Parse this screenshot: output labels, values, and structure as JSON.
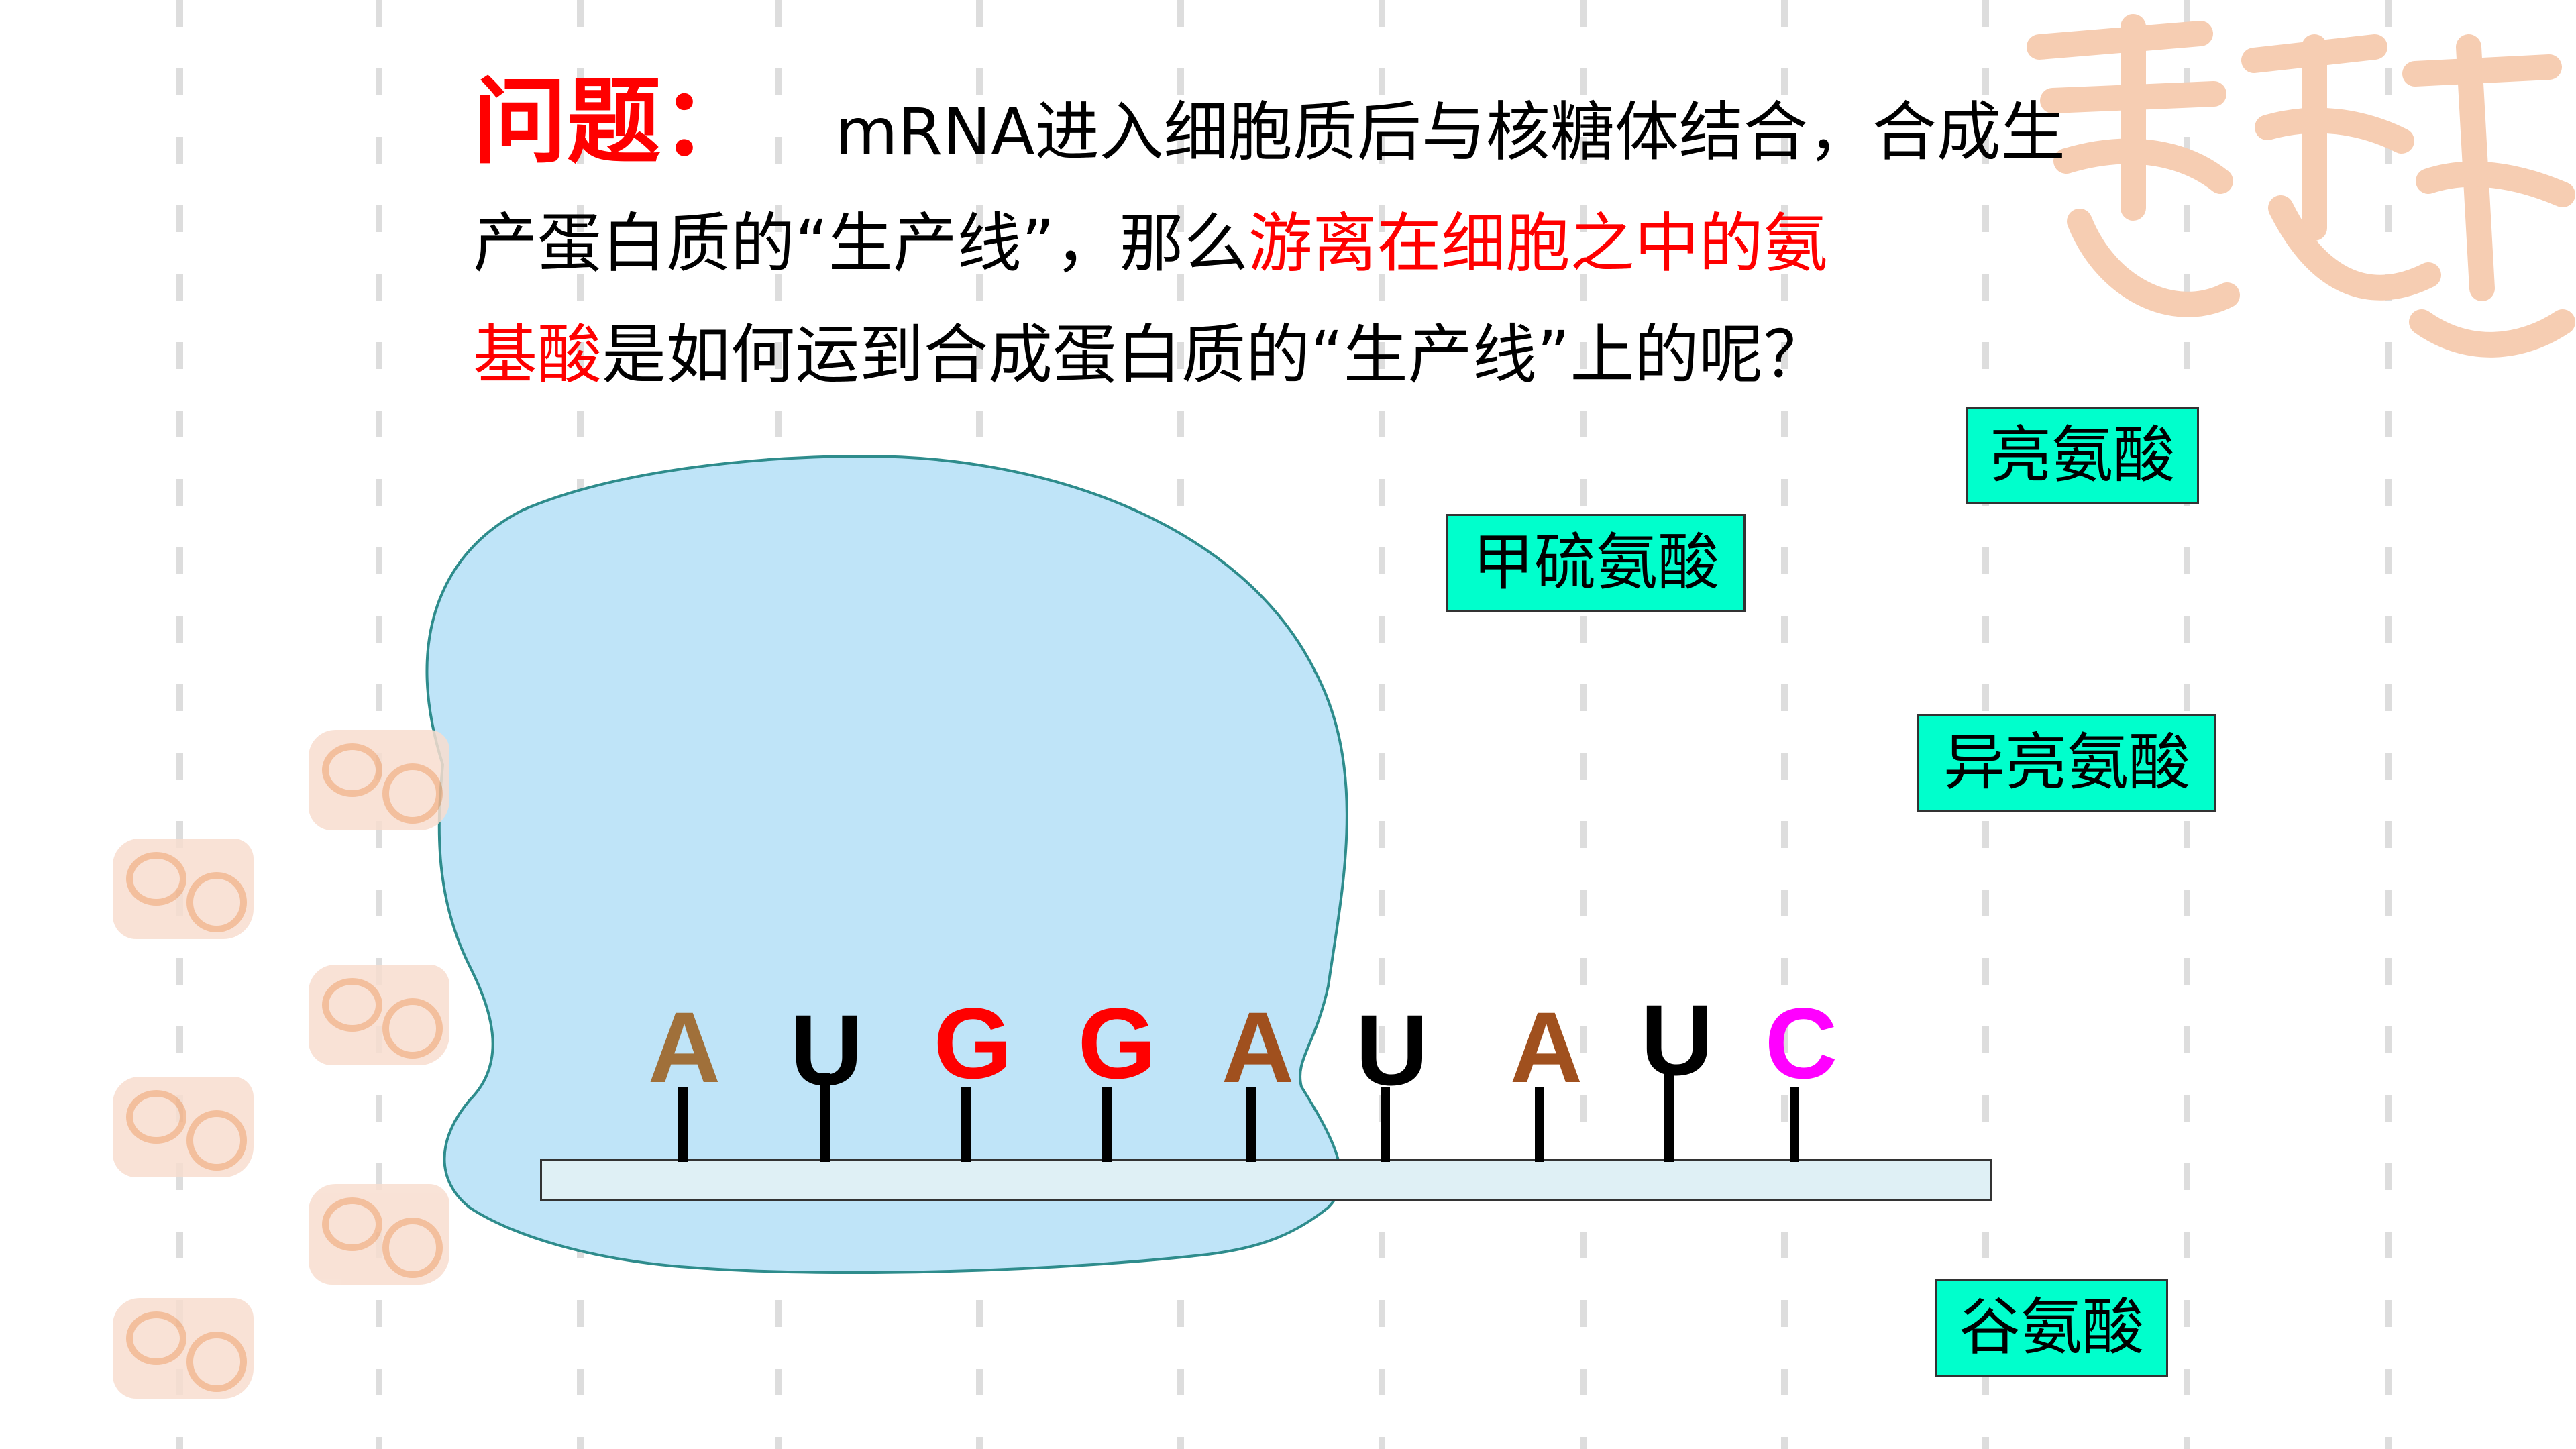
{
  "question": {
    "label": "问题：",
    "line1": "mRNA进入细胞质后与核糖体结合，合成生",
    "line2_a": "产蛋白质的“生产线”，那么",
    "line2_red": "游离在细胞之中的氨",
    "line3_red": "基酸",
    "line3_b": "是如何运到合成蛋白质的“生产线”上的呢？"
  },
  "amino_acids": [
    {
      "name": "亮氨酸"
    },
    {
      "name": "甲硫氨酸"
    },
    {
      "name": "异亮氨酸"
    },
    {
      "name": "谷氨酸"
    }
  ],
  "bases": [
    {
      "letter": "A",
      "color": "#a0703a"
    },
    {
      "letter": "U",
      "color": "#000000"
    },
    {
      "letter": "G",
      "color": "#ff0000"
    },
    {
      "letter": "G",
      "color": "#ff0000"
    },
    {
      "letter": "A",
      "color": "#a0501e"
    },
    {
      "letter": "U",
      "color": "#000000"
    },
    {
      "letter": "A",
      "color": "#a0501e"
    },
    {
      "letter": "U",
      "color": "#000000"
    },
    {
      "letter": "C",
      "color": "#ff00ff"
    }
  ],
  "colors": {
    "ribosome_fill": "#bfe4f8",
    "ribosome_stroke": "#2e8c8c",
    "box_fill": "#00ffcc",
    "emphasis": "#ff0000",
    "seal": "#f2b48c"
  },
  "icons": [
    "seal-stamp-icon"
  ]
}
